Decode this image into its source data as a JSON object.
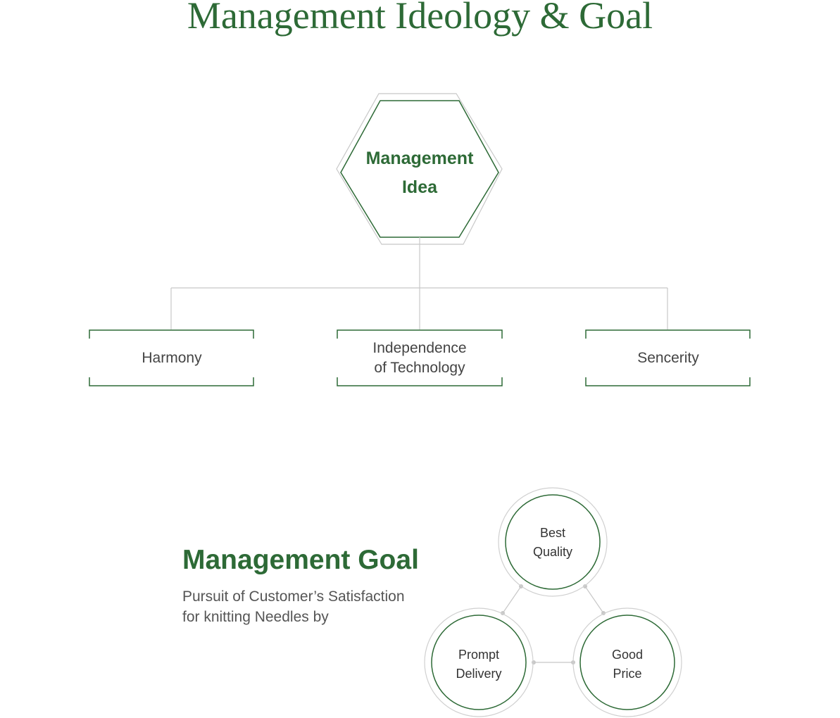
{
  "title": "Management Ideology & Goal",
  "idea": {
    "line1": "Management",
    "line2": "Idea"
  },
  "values": [
    {
      "line1": "Harmony",
      "line2": ""
    },
    {
      "line1": "Independence",
      "line2": "of Technology"
    },
    {
      "line1": "Sencerity",
      "line2": ""
    }
  ],
  "goal": {
    "title": "Management Goal",
    "desc_line1": "Pursuit of Customer’s Satisfaction",
    "desc_line2": "for knitting Needles by"
  },
  "goal_items": [
    {
      "line1": "Best",
      "line2": "Quality"
    },
    {
      "line1": "Prompt",
      "line2": "Delivery"
    },
    {
      "line1": "Good",
      "line2": "Price"
    }
  ],
  "colors": {
    "brand_green": "#2d6a36",
    "connector_gray": "#c8c8c8"
  }
}
